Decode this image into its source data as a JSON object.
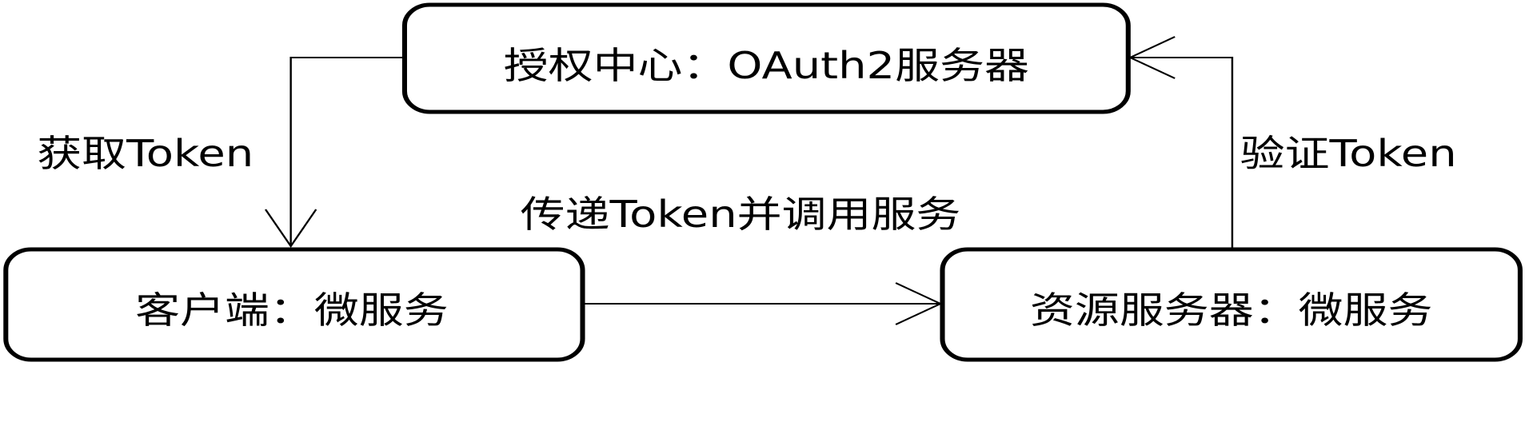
{
  "nodes": {
    "auth_server": "授权中心：OAuth2服务器",
    "client": "客户端：微服务",
    "resource_server": "资源服务器：微服务"
  },
  "edges": {
    "get_token": "获取Token",
    "verify_token": "验证Token",
    "pass_token": "传递Token并调用服务"
  }
}
